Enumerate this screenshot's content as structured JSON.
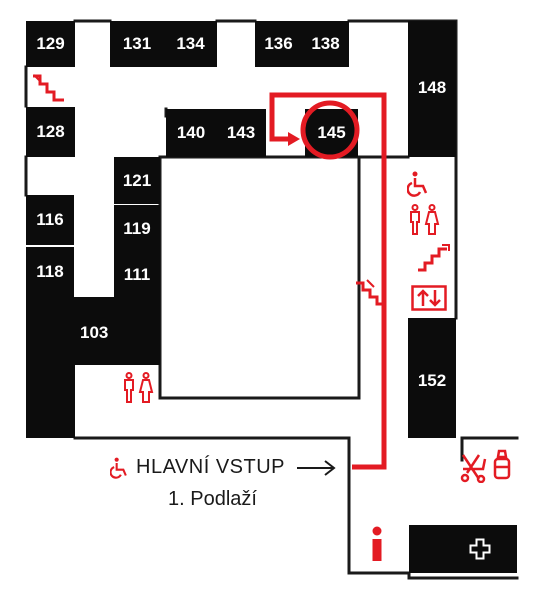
{
  "colors": {
    "accent": "#e31b23",
    "room": "#0c0c0c",
    "wall": "#1a1a1a",
    "background": "#ffffff"
  },
  "rooms": [
    {
      "id": "129",
      "label": "129"
    },
    {
      "id": "131",
      "label": "131"
    },
    {
      "id": "134",
      "label": "134"
    },
    {
      "id": "136",
      "label": "136"
    },
    {
      "id": "138",
      "label": "138"
    },
    {
      "id": "148",
      "label": "148"
    },
    {
      "id": "128",
      "label": "128"
    },
    {
      "id": "140",
      "label": "140"
    },
    {
      "id": "143",
      "label": "143"
    },
    {
      "id": "145",
      "label": "145",
      "highlighted": true
    },
    {
      "id": "121",
      "label": "121"
    },
    {
      "id": "116",
      "label": "116"
    },
    {
      "id": "119",
      "label": "119"
    },
    {
      "id": "118",
      "label": "118"
    },
    {
      "id": "111",
      "label": "111"
    },
    {
      "id": "103",
      "label": "103"
    },
    {
      "id": "152",
      "label": "152"
    }
  ],
  "entrance": {
    "label": "HLAVNÍ VSTUP",
    "icon": "wheelchair-icon",
    "arrow": "arrow-right-icon"
  },
  "floor_label": "1. Podlaží",
  "icons": [
    "stairs-icon",
    "wheelchair-icon",
    "restroom-icon",
    "elevator-icon",
    "stroller-icon",
    "baby-bottle-icon",
    "info-icon",
    "first-aid-icon"
  ]
}
